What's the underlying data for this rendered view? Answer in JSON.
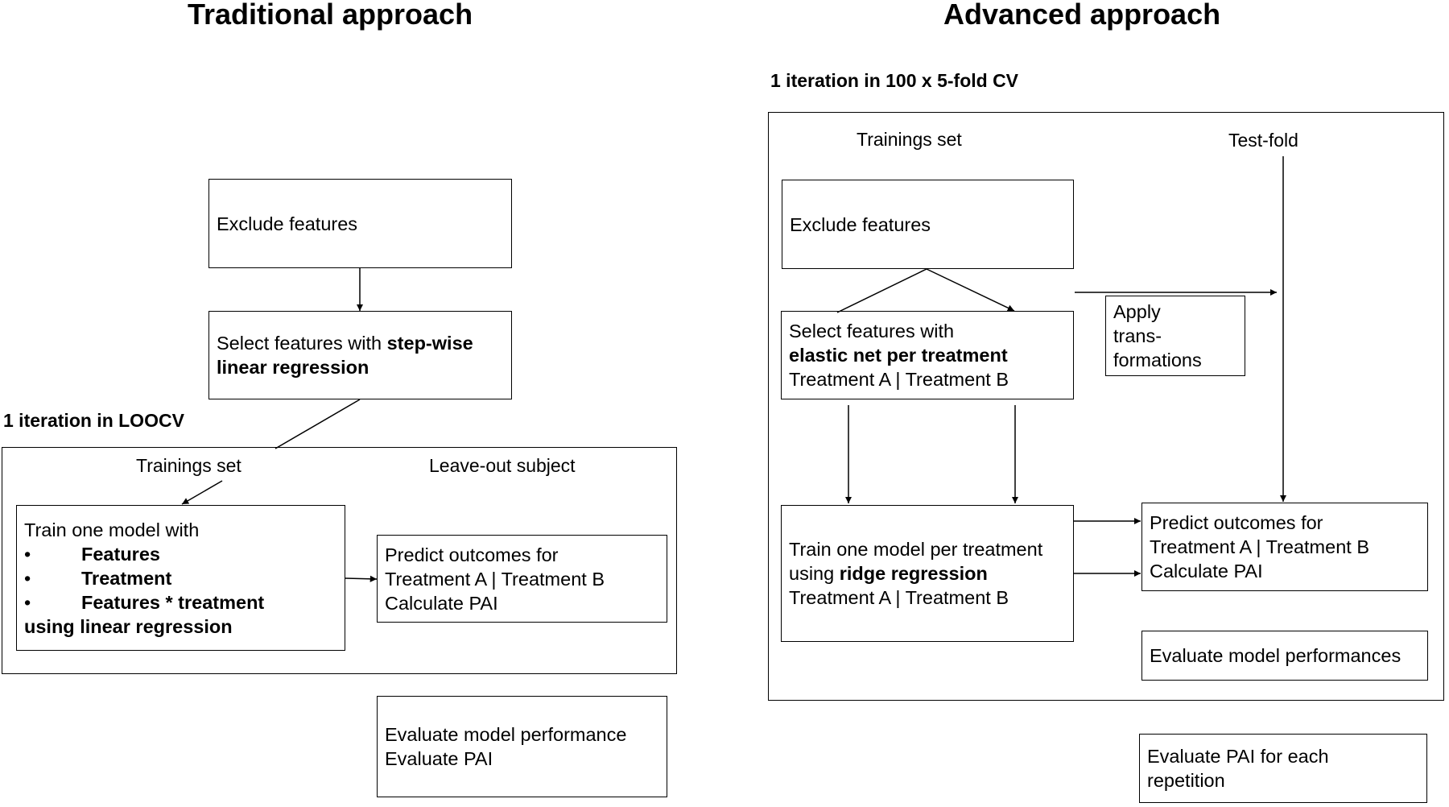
{
  "traditional": {
    "title": "Traditional approach",
    "exclude": "Exclude features",
    "select_prefix": "Select features with ",
    "select_bold_1": "step-wise",
    "select_bold_2": "linear regression",
    "loocv_label": "1 iteration in LOOCV",
    "trainings_set": "Trainings set",
    "leave_out": "Leave-out subject",
    "train_intro": "Train one model with",
    "bullet_char": "•",
    "bullets": [
      "Features",
      "Treatment",
      "Features * treatment"
    ],
    "train_bold_end": "using linear regression",
    "predict_lines": [
      "Predict outcomes for",
      "Treatment A | Treatment B",
      "Calculate PAI"
    ],
    "evaluate_lines": [
      "Evaluate model performance",
      "Evaluate PAI"
    ]
  },
  "advanced": {
    "title": "Advanced approach",
    "cv_label": "1 iteration in 100 x 5-fold CV",
    "trainings_set": "Trainings set",
    "test_fold": "Test-fold",
    "exclude": "Exclude features",
    "select_line1": "Select features with",
    "select_bold": "elastic net per treatment",
    "select_line3": "Treatment A | Treatment B",
    "apply_lines": [
      "Apply",
      "trans-",
      "formations"
    ],
    "train_line1": "Train one model per treatment",
    "train_line2_prefix": "using ",
    "train_line2_bold": "ridge regression",
    "train_line3": "Treatment A | Treatment B",
    "predict_lines": [
      "Predict outcomes for",
      "Treatment A | Treatment B",
      "Calculate PAI"
    ],
    "evaluate_models": "Evaluate model performances",
    "evaluate_pai_lines": [
      "Evaluate PAI for each",
      "repetition"
    ]
  }
}
